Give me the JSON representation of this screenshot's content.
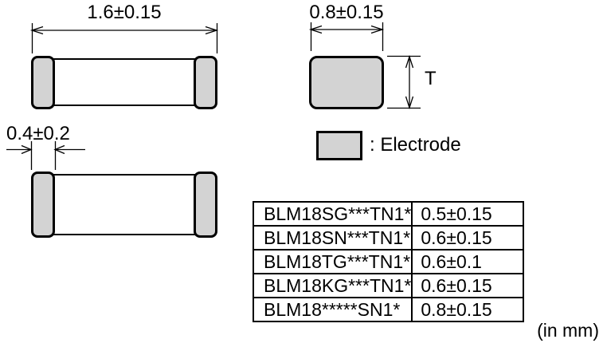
{
  "dimensions": {
    "length_label": "1.6±0.15",
    "width_label": "0.8±0.15",
    "electrode_width_label": "0.4±0.2",
    "thickness_symbol": "T"
  },
  "legend": {
    "label": ": Electrode"
  },
  "units_note": "(in mm)",
  "thickness_table": {
    "rows": [
      {
        "part": "BLM18SG***TN1*",
        "thickness": "0.5±0.15"
      },
      {
        "part": "BLM18SN***TN1*",
        "thickness": "0.6±0.15"
      },
      {
        "part": "BLM18TG***TN1*",
        "thickness": "0.6±0.1"
      },
      {
        "part": "BLM18KG***TN1*",
        "thickness": "0.6±0.15"
      },
      {
        "part": "BLM18*****SN1*",
        "thickness": "0.8±0.15"
      }
    ]
  },
  "colors": {
    "electrode_fill": "#d3d3d3",
    "line": "#000000",
    "background": "#ffffff"
  }
}
